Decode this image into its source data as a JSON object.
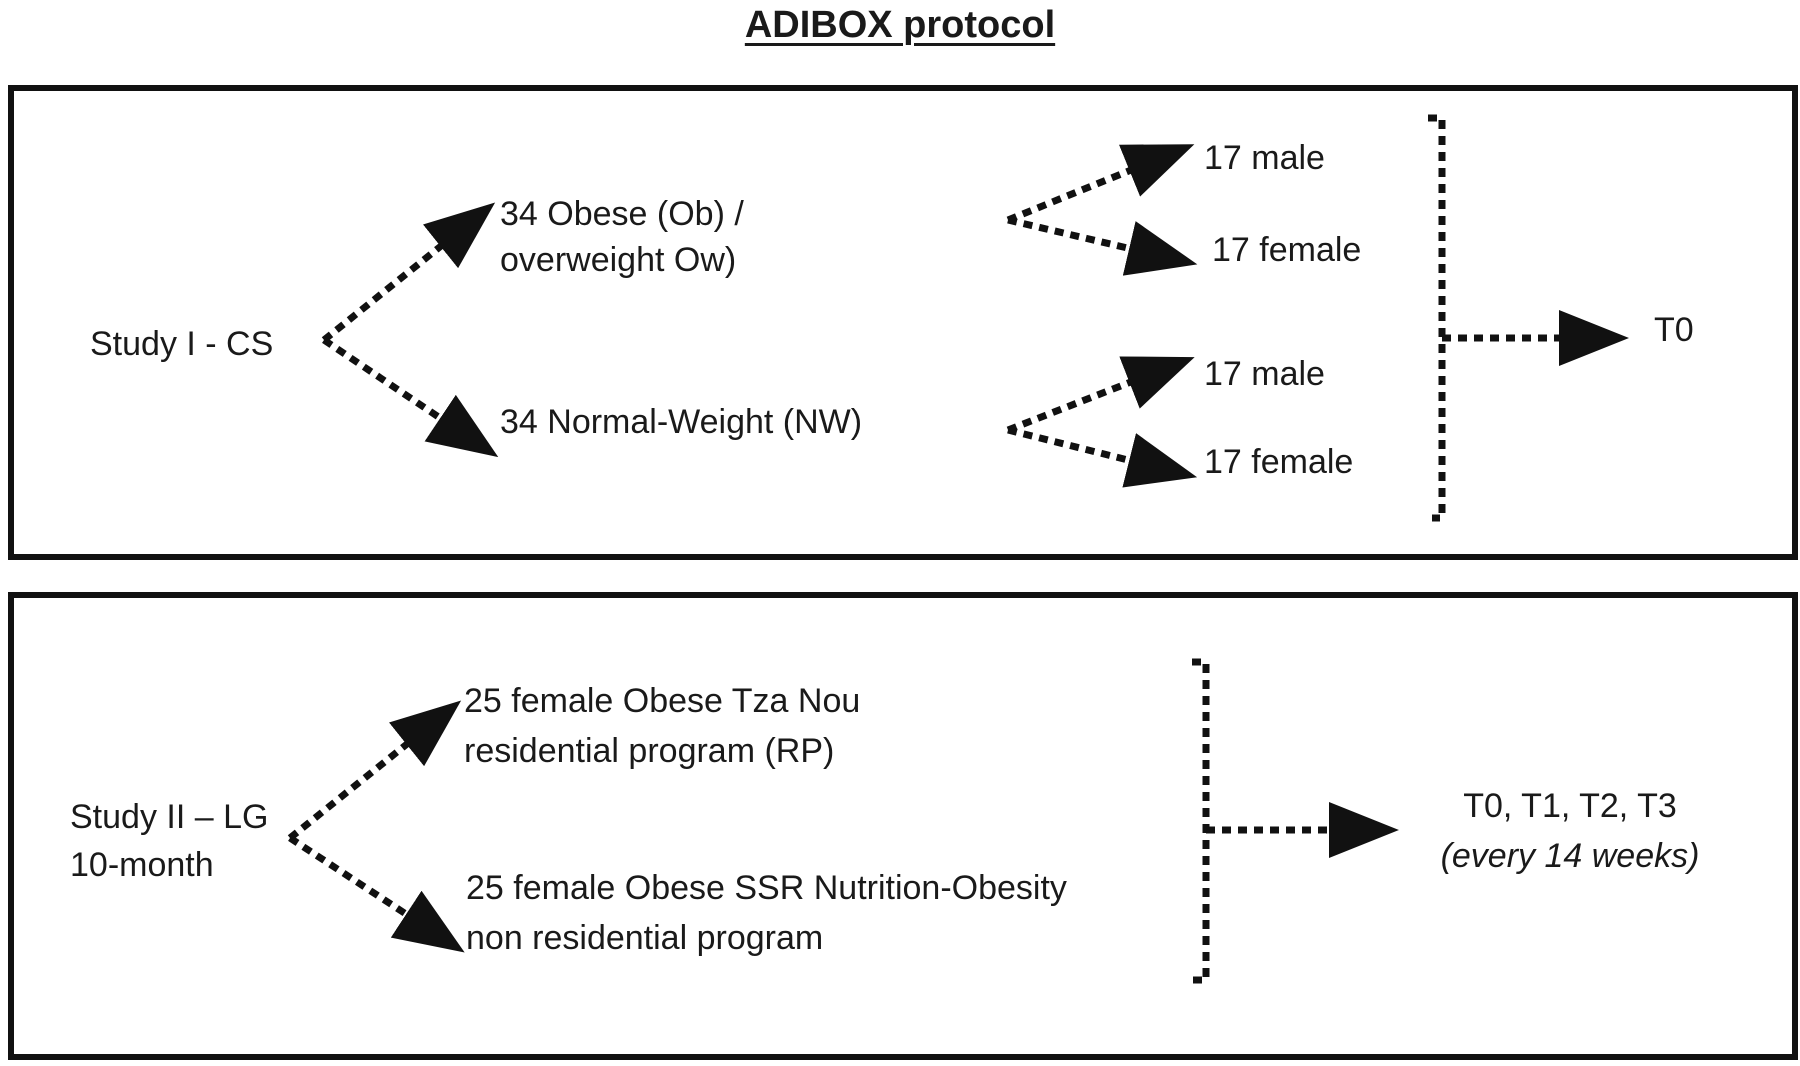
{
  "title": "ADIBOX protocol",
  "study1": {
    "label": "Study I - CS",
    "group_a_line1": "34 Obese (Ob) /",
    "group_a_line2": "overweight Ow)",
    "group_b": "34 Normal-Weight (NW)",
    "a_male": "17 male",
    "a_female": "17 female",
    "b_male": "17 male",
    "b_female": "17 female",
    "timepoint": "T0"
  },
  "study2": {
    "label_line1": "Study II – LG",
    "label_line2": "10-month",
    "group_a_line1": "25 female Obese Tza Nou",
    "group_a_line2": "residential program (RP)",
    "group_b_line1": "25 female Obese SSR Nutrition-Obesity",
    "group_b_line2": "non residential program",
    "timepoints": "T0, T1, T2, T3",
    "timepoints_note": "(every 14 weeks)"
  },
  "colors": {
    "line": "#111111",
    "text": "#1a1a1a"
  }
}
